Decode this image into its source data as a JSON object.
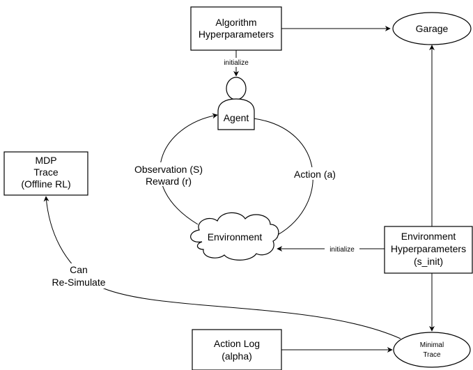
{
  "nodes": {
    "algorithm_hyperparameters": {
      "lines": [
        "Algorithm",
        "Hyperparameters"
      ]
    },
    "garage": {
      "label": "Garage"
    },
    "agent": {
      "label": "Agent"
    },
    "mdp_trace": {
      "lines": [
        "MDP",
        "Trace",
        "(Offline RL)"
      ]
    },
    "environment": {
      "label": "Environment"
    },
    "environment_hyperparameters": {
      "lines": [
        "Environment",
        "Hyperparameters",
        "(s_init)"
      ]
    },
    "action_log": {
      "lines": [
        "Action Log",
        "(alpha)"
      ]
    },
    "minimal_trace": {
      "lines": [
        "Minimal",
        "Trace"
      ]
    }
  },
  "edge_labels": {
    "initialize_agent": "initialize",
    "initialize_env": "initialize",
    "observation": "Observation (S)",
    "reward": "Reward (r)",
    "action": "Action (a)",
    "can": "Can",
    "re_simulate": "Re-Simulate"
  },
  "colors": {
    "stroke": "#000000",
    "fill": "#ffffff",
    "text": "#000000"
  }
}
